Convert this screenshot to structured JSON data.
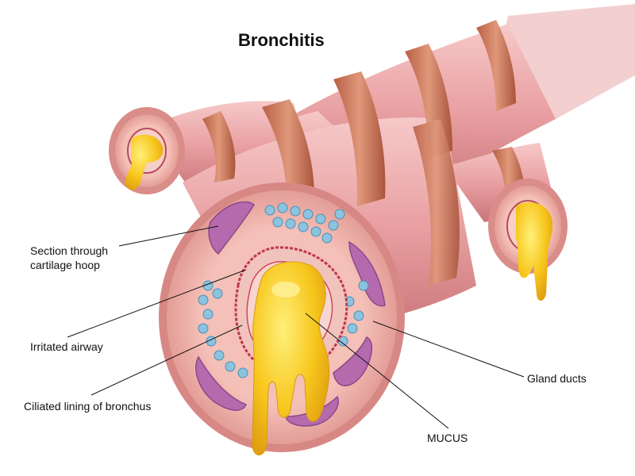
{
  "title": "Bronchitis",
  "labels": {
    "cartilage_line1": "Section through",
    "cartilage_line2": "cartilage hoop",
    "irritated_airway": "Irritated airway",
    "ciliated_lining": "Ciliated lining of bronchus",
    "gland_ducts": "Gland ducts",
    "mucus": "MUCUS"
  },
  "colors": {
    "tube": "#eba7a7",
    "tube_dark": "#c46f68",
    "cartilage_band": "#c9745a",
    "cross_section": "#f2b8b0",
    "cartilage_plate": "#a45ba0",
    "gland": "#8cc3df",
    "mucus": "#f5c21a",
    "mucus_light": "#ffe66b"
  }
}
